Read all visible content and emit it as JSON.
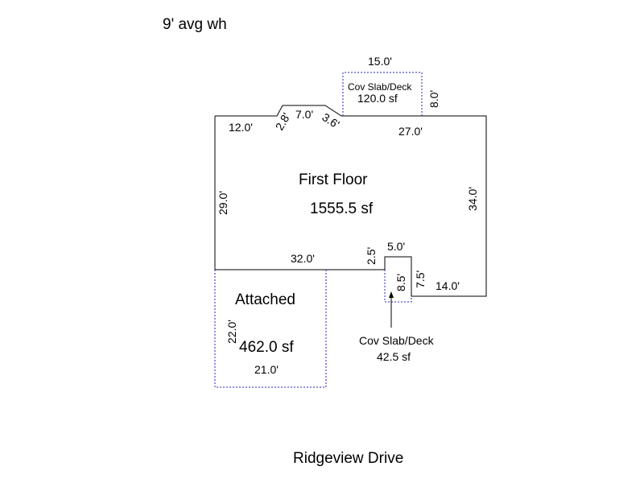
{
  "header": {
    "wall_height": "9' avg wh"
  },
  "first_floor": {
    "label": "First Floor",
    "area": "1555.5 sf"
  },
  "garage": {
    "label": "Attached",
    "area": "462.0 sf",
    "dim_side": "22.0'",
    "dim_bottom": "21.0'"
  },
  "deck_top": {
    "label": "Cov Slab/Deck",
    "area": "120.0 sf",
    "dim_width": "15.0'",
    "dim_depth": "8.0'"
  },
  "deck_small": {
    "label": "Cov Slab/Deck",
    "area": "42.5 sf",
    "dim_depth": "8.5'"
  },
  "dimensions": {
    "top_left": "12.0'",
    "bay_left": "2.8'",
    "bay_top": "7.0'",
    "bay_right": "3.6'",
    "top_right": "27.0'",
    "left": "29.0'",
    "right": "34.0'",
    "bottom_mid": "32.0'",
    "notch_side": "2.5'",
    "notch_top": "5.0'",
    "notch_right": "7.5'",
    "bottom_right": "14.0'"
  },
  "street": "Ridgeview Drive",
  "colors": {
    "outline": "#000000",
    "dashed_outline": "#2323c8"
  }
}
